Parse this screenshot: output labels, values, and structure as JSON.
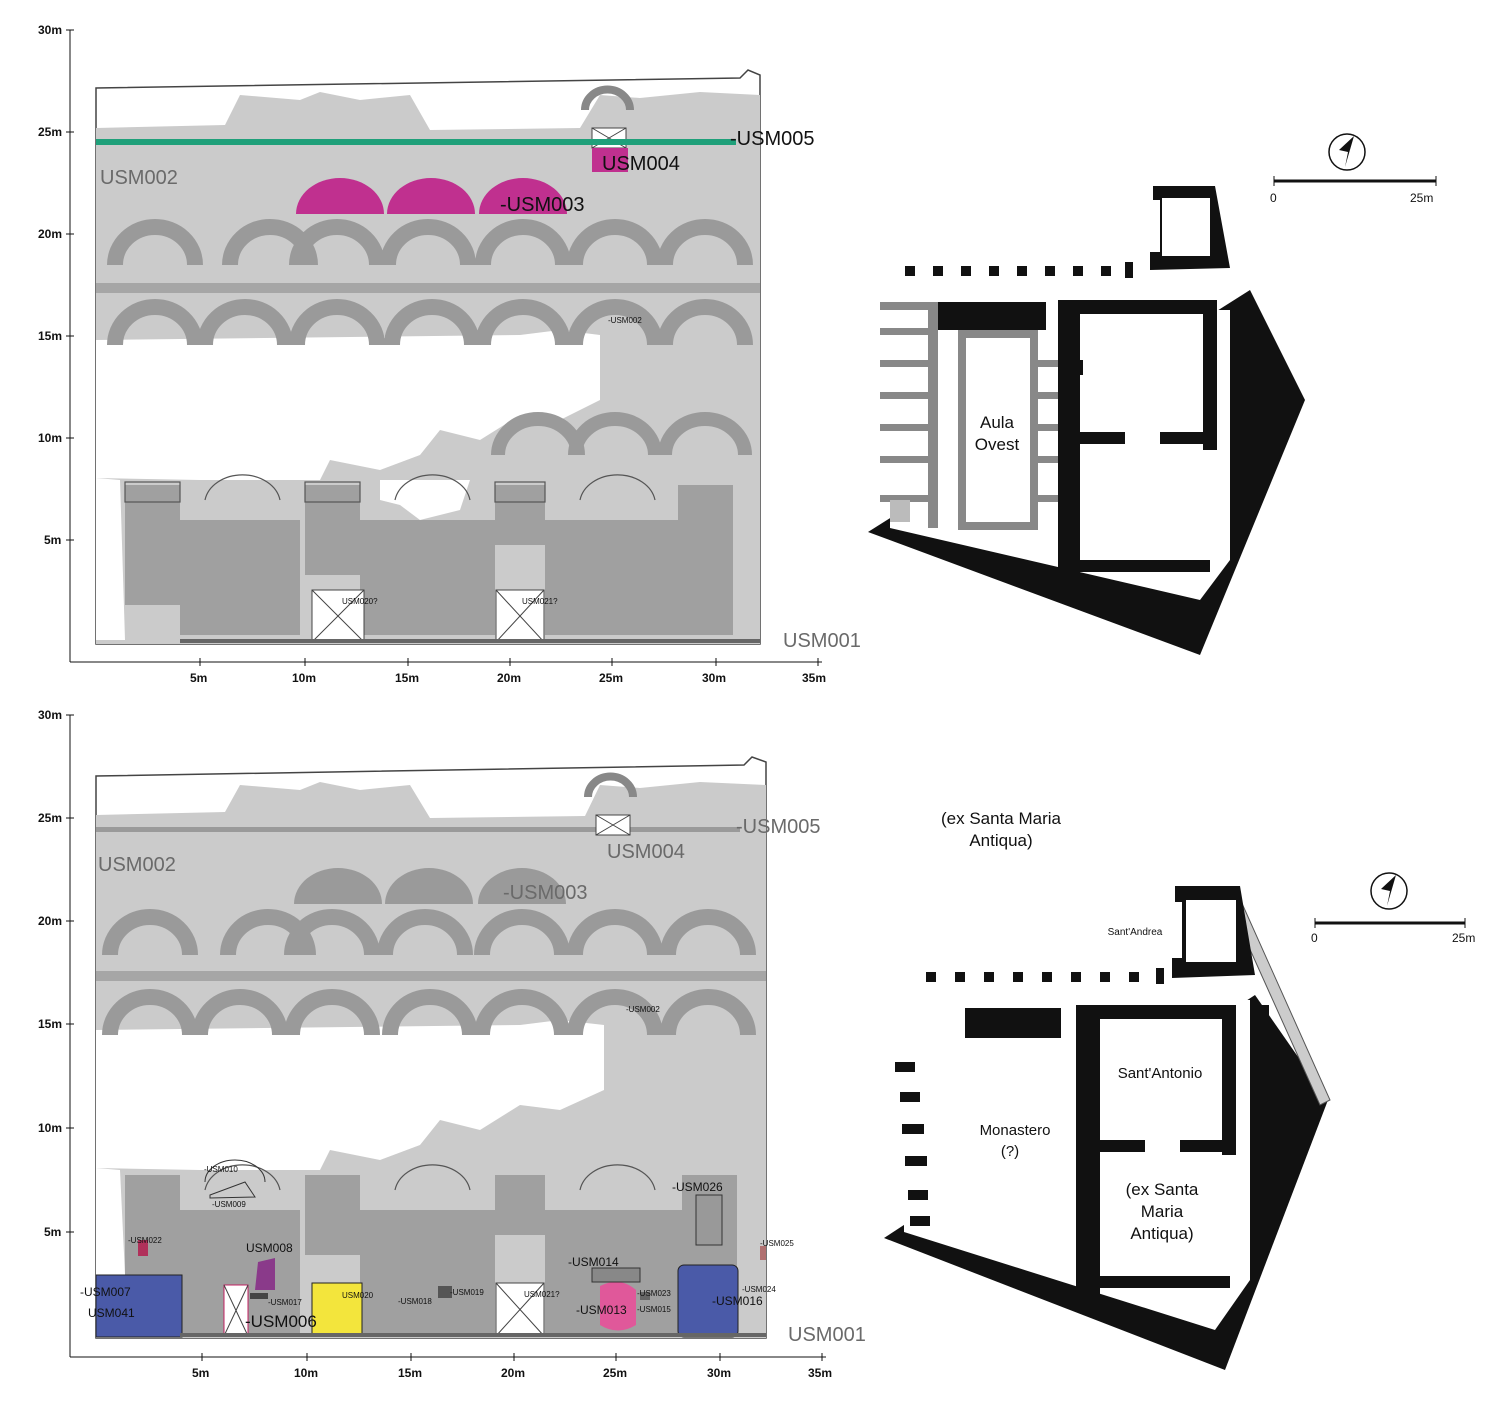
{
  "elevation_top": {
    "y_ticks": [
      "30m",
      "25m",
      "20m",
      "15m",
      "10m",
      "5m"
    ],
    "x_ticks": [
      "5m",
      "10m",
      "15m",
      "20m",
      "25m",
      "30m",
      "35m"
    ],
    "labels": {
      "usm001": "USM001",
      "usm002": "USM002",
      "usm003": "-USM003",
      "usm004": "USM004",
      "usm005": "-USM005",
      "usm020": "USM020?",
      "usm021": "USM021?",
      "usm002b": "-USM002"
    },
    "colors": {
      "wall": "#c6c6c6",
      "arch": "#9a9a9a",
      "magenta": "#c0308f",
      "green": "#1fa07a"
    }
  },
  "elevation_bottom": {
    "y_ticks": [
      "30m",
      "25m",
      "20m",
      "15m",
      "10m",
      "5m"
    ],
    "x_ticks": [
      "5m",
      "10m",
      "15m",
      "20m",
      "25m",
      "30m",
      "35m"
    ],
    "labels": {
      "usm001": "USM001",
      "usm002": "USM002",
      "usm003": "-USM003",
      "usm004": "USM004",
      "usm005": "-USM005",
      "usm006": "-USM006",
      "usm007": "-USM007",
      "usm041": "USM041",
      "usm008": "USM008",
      "usm009": "-USM009",
      "usm010": "-USM010",
      "usm013": "-USM013",
      "usm014": "-USM014",
      "usm015": "-USM015",
      "usm016": "-USM016",
      "usm017": "-USM017",
      "usm018": "-USM018",
      "usm019": "-USM019",
      "usm020": "USM020",
      "usm021": "USM021?",
      "usm022": "-USM022",
      "usm023": "-USM023",
      "usm024": "-USM024",
      "usm025": "-USM025",
      "usm026": "-USM026",
      "usm002b": "-USM002"
    },
    "colors": {
      "blue": "#4a5aa8",
      "yellow": "#f3e53c",
      "pink": "#e0589a",
      "purple": "#8a3a8a",
      "red": "#b0305a"
    }
  },
  "plan_top": {
    "room_label": "Aula\nOvest",
    "room_line1": "Aula",
    "room_line2": "Ovest",
    "scale_start": "0",
    "scale_end": "25m"
  },
  "plan_bottom": {
    "sant_andrea": "Sant'Andrea",
    "sant_antonio": "Sant'Antonio",
    "monastero_1": "Monastero",
    "monastero_2": "(?)",
    "ex_sma_1": "(ex Santa",
    "ex_sma_2": "Maria",
    "ex_sma_3": "Antiqua)",
    "scale_start": "0",
    "scale_end": "25m"
  },
  "floating_label": {
    "line1": "(ex Santa Maria",
    "line2": "Antiqua)"
  }
}
